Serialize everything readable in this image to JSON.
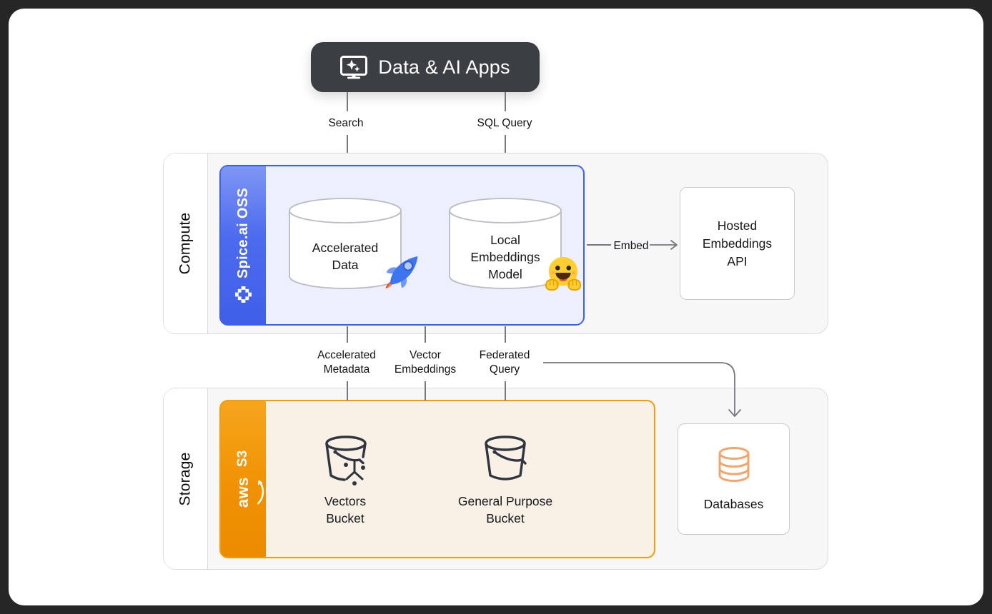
{
  "app_node": {
    "label": "Data & AI Apps"
  },
  "edges": {
    "search": "Search",
    "sql_query": "SQL Query",
    "embed": "Embed",
    "accelerated_metadata": "Accelerated Metadata",
    "vector_embeddings": "Vector Embeddings",
    "federated_query": "Federated Query"
  },
  "compute": {
    "section_label": "Compute",
    "spice_box": {
      "label": "Spice.ai OSS",
      "accelerated_data_label": "Accelerated Data",
      "local_embeddings_label": "Local Embeddings Model"
    },
    "hosted_api_label": "Hosted Embeddings API"
  },
  "storage": {
    "section_label": "Storage",
    "s3_box": {
      "brand": "aws",
      "product": "S3",
      "vectors_bucket_label": "Vectors Bucket",
      "general_bucket_label": "General Purpose Bucket"
    },
    "databases_label": "Databases"
  },
  "icons": {
    "app": "monitor-sparkle-icon",
    "spice": "spice-gear-icon",
    "aws": "amazon-smile-icon",
    "accelerated_data": "rocket-emoji",
    "local_embeddings": "hugging-face-emoji",
    "vectors_bucket": "bucket-vectors-icon",
    "general_bucket": "bucket-icon",
    "databases": "database-cylinder-icon"
  },
  "colors": {
    "frame": "#262626",
    "canvas": "#ffffff",
    "pill_bg": "#3b3e43",
    "connector": "#75787d",
    "section_bg": "#f7f7f8",
    "section_border": "#dcdce0",
    "spice_border": "#3b5ff0",
    "spice_bg": "#eceffc",
    "spice_sidebar": "#4c6bee",
    "s3_border": "#f59d05",
    "s3_bg": "#f9f1e6",
    "s3_sidebar": "#f09202",
    "bucket_stroke": "#303540",
    "database_icon_stroke": "#f5a46b"
  }
}
